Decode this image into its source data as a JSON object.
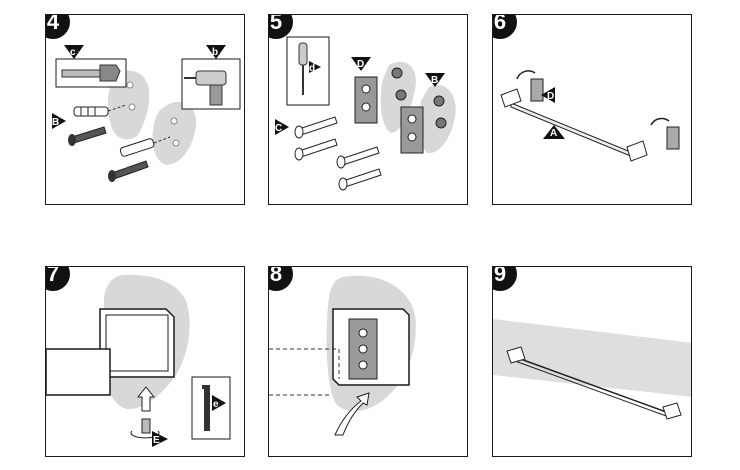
{
  "steps": [
    {
      "number": "4",
      "labels": {
        "b": "b",
        "c": "c",
        "B": "B"
      }
    },
    {
      "number": "5",
      "labels": {
        "d": "d",
        "D": "D",
        "C": "C",
        "B": "B"
      }
    },
    {
      "number": "6",
      "labels": {
        "D": "D",
        "A": "A"
      }
    },
    {
      "number": "7",
      "labels": {
        "e": "e",
        "E": "E"
      }
    },
    {
      "number": "8",
      "labels": {}
    },
    {
      "number": "9",
      "labels": {}
    }
  ],
  "colors": {
    "outline": "#1a1a1a",
    "wall_shadow": "#d8d8d8",
    "marker": "#111111",
    "wall_band": "#dedede"
  }
}
